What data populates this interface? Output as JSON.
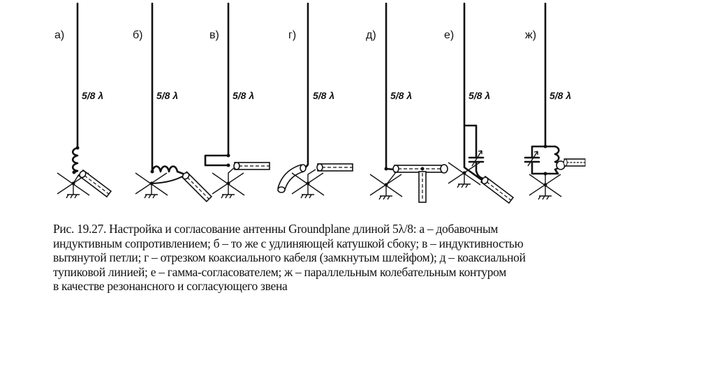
{
  "figure": {
    "panels": [
      {
        "label": "а)",
        "length": "5/8 λ"
      },
      {
        "label": "б)",
        "length": "5/8 λ"
      },
      {
        "label": "в)",
        "length": "5/8 λ"
      },
      {
        "label": "г)",
        "length": "5/8 λ"
      },
      {
        "label": "д)",
        "length": "5/8 λ"
      },
      {
        "label": "е)",
        "length": "5/8 λ"
      },
      {
        "label": "ж)",
        "length": "5/8 λ"
      }
    ]
  },
  "caption": {
    "lines": [
      "Рис. 19.27. Настройка и согласование антенны Groundplane длиной 5λ/8: а – добавочным",
      "индуктивным сопротивлением; б – то же с удлиняющей катушкой сбоку; в – индуктивностью",
      "вытянутой петли; г – отрезком коаксиального кабеля (замкнутым шлейфом); д – коаксиальной",
      "тупиковой линией; е – гамма-согласователем; ж – параллельным колебательным контуром",
      "в качестве резонансного и согласующего звена"
    ]
  }
}
